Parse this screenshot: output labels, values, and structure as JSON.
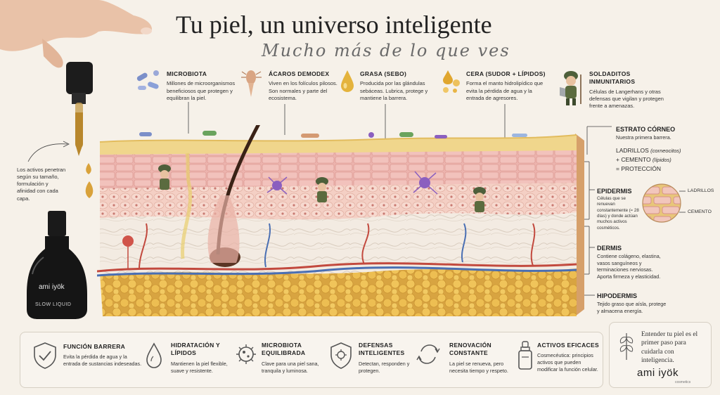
{
  "header": {
    "title": "Tu piel, un universo inteligente",
    "subtitle": "Mucho más de lo que ves"
  },
  "callouts": [
    {
      "title": "MICROBIOTA",
      "text": "Millones de microorganismos beneficiosos que protegen y equilibran la piel."
    },
    {
      "title": "ÁCAROS DEMODEX",
      "text": "Viven en los folículos pilosos. Son normales y parte del ecosistema."
    },
    {
      "title": "GRASA (SEBO)",
      "text": "Producida por las glándulas sebáceas. Lubrica, protege y mantiene la barrera."
    },
    {
      "title": "CERA (SUDOR + LÍPIDOS)",
      "text": "Forma el manto hidrolipídico que evita la pérdida de agua y la entrada de agresores."
    },
    {
      "title": "SOLDADITOS INMUNITARIOS",
      "text": "Células de Langerhans y otras defensas que vigilan y protegen frente a amenazas."
    }
  ],
  "actives_note": "Los activos penetran según su tamaño, formulación y afinidad con cada capa.",
  "product": {
    "brand": "ami iyök",
    "label": "SLOW LIQUID"
  },
  "layers": {
    "estrato": {
      "title": "ESTRATO CÓRNEO",
      "text": "Nuestra primera barrera."
    },
    "ladrillos": {
      "line1": "LADRILLOS",
      "line1_note": "(corneocitos)",
      "line2": "+ CEMENTO",
      "line2_note": "(lípidos)",
      "line3": "= PROTECCIÓN"
    },
    "epidermis": {
      "title": "EPIDERMIS",
      "text": "Células que se renuevan constantemente (≈ 28 días) y donde actúan muchos activos cosméticos."
    },
    "dermis": {
      "title": "DERMIS",
      "text": "Contiene colágeno, elastina, vasos sanguíneos y terminaciones nerviosas. Aporta firmeza y elasticidad."
    },
    "hipodermis": {
      "title": "HIPODERMIS",
      "text": "Tejido graso que aísla, protege y almacena energía."
    },
    "inset": {
      "ladrillos": "LADRILLOS",
      "cemento": "CEMENTO"
    }
  },
  "features": [
    {
      "title": "FUNCIÓN BARRERA",
      "text": "Evita la pérdida de agua y la entrada de sustancias indeseadas.",
      "icon": "shield-check-icon"
    },
    {
      "title": "HIDRATACIÓN Y LÍPIDOS",
      "text": "Mantienen la piel flexible, suave y resistente.",
      "icon": "drop-icon"
    },
    {
      "title": "MICROBIOTA EQUILIBRADA",
      "text": "Clave para una piel sana, tranquila y luminosa.",
      "icon": "microbe-icon"
    },
    {
      "title": "DEFENSAS INTELIGENTES",
      "text": "Detectan, responden y protegen.",
      "icon": "shield-virus-icon"
    },
    {
      "title": "RENOVACIÓN CONSTANTE",
      "text": "La piel se renueva, pero necesita tiempo y respeto.",
      "icon": "cycle-icon"
    },
    {
      "title": "ACTIVOS EFICACES",
      "text": "Cosmecéutica: principios activos que pueden modificar la función celular.",
      "icon": "dropper-bottle-icon"
    }
  ],
  "brandbox": {
    "text": "Entender tu piel es el primer paso para cuidarla con inteligencia.",
    "logo": "ami iyök",
    "logo_sub": "cosmetics"
  }
}
